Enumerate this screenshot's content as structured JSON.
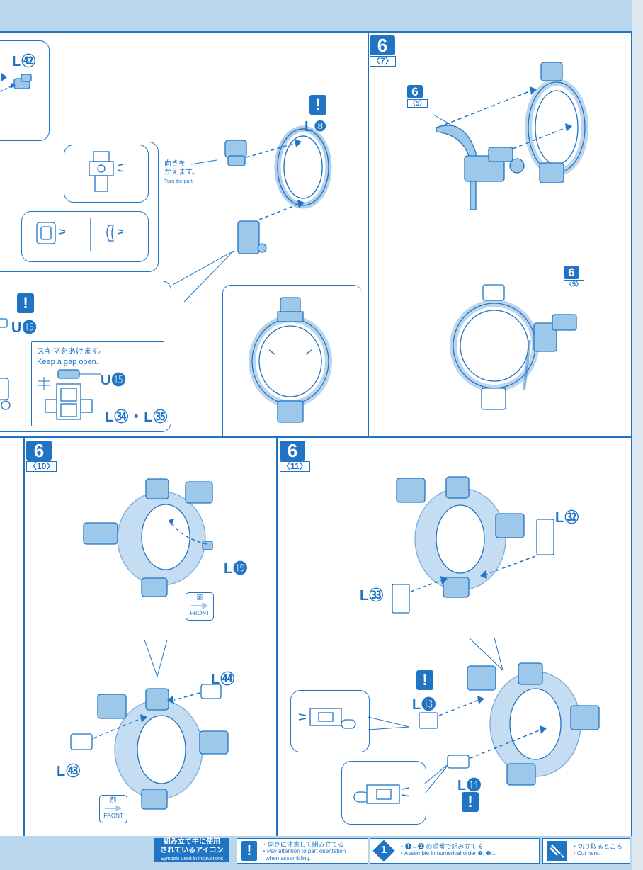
{
  "colors": {
    "ink": "#1f74c4",
    "part_fill": "#9ec8ea",
    "background": "#b9d6ec"
  },
  "panels": {
    "p7": {
      "step": "6",
      "sub": "〈7〉",
      "sub_tag_step": "6",
      "sub_tag_sub": "〈5〉",
      "sub_tag2_step": "6",
      "sub_tag2_sub": "〈5〉"
    },
    "p10": {
      "step": "6",
      "sub": "〈10〉",
      "labels": [
        "L⓳",
        "L㊹",
        "L㊸"
      ]
    },
    "p11": {
      "step": "6",
      "sub": "〈11〉",
      "labels": [
        "L㉜",
        "L㉝",
        "L⓭",
        "L⓮"
      ]
    }
  },
  "left": {
    "l42": "L㊷",
    "l8": "L❽",
    "u15a": "U⓯",
    "u15b": "U⓯",
    "l34_35": "L㉞・L㉟",
    "turn_jp1": "向きを",
    "turn_jp2": "かえます。",
    "turn_en": "Turn the part.",
    "gap_jp": "スキマをあけます。",
    "gap_en": "Keep a gap open."
  },
  "front_badges": {
    "kanji": "前",
    "text": "FRONT"
  },
  "warning_glyph": "!",
  "legend": {
    "title_jp1": "組み立て中に使用",
    "title_jp2": "されているアイコン",
    "title_en": "Symbols used in instructions",
    "orient_jp": "・向きに注意して組み立てる",
    "orient_en1": "・Pay attention to part orientation",
    "orient_en2": "when assembling.",
    "order_icon": "1",
    "order_jp": "・❶→❷ の順番で組み立てる",
    "order_en": "・Assemble in numerical order ❶, ❷...",
    "cut_jp": "・切り取るところ",
    "cut_en": "・Cut here."
  }
}
